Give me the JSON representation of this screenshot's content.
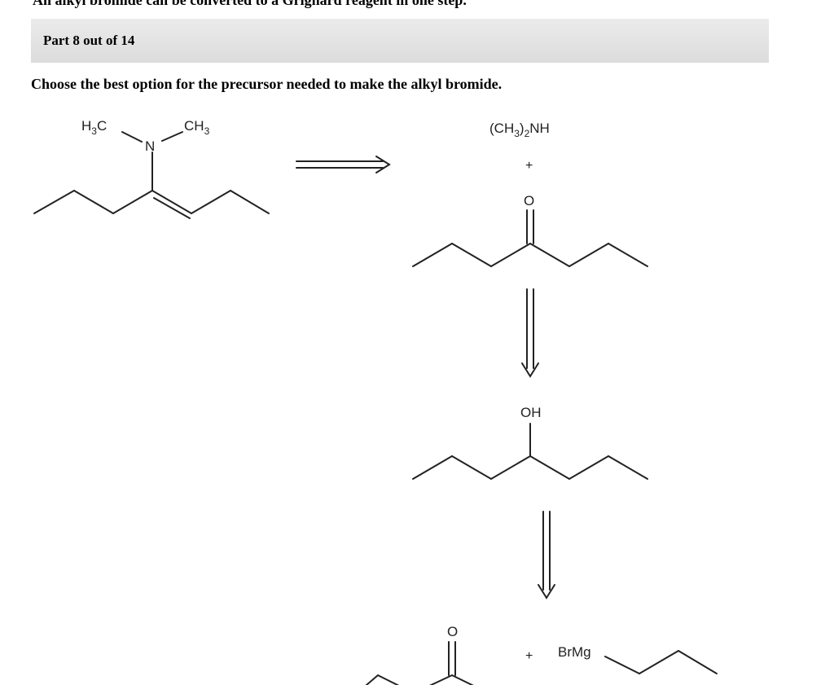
{
  "header": {
    "cut_text": "An alkyl bromide can be converted to a Grignard reagent in one step.",
    "part_label": "Part 8 out of 14"
  },
  "question": {
    "prompt": "Choose the best option for the precursor needed to make the alkyl bromide."
  },
  "scheme": {
    "enamine": {
      "left_methyl_main": "H",
      "left_methyl_sub": "3",
      "left_methyl_tail": "C",
      "nitrogen": "N",
      "right_methyl_main": "CH",
      "right_methyl_sub": "3"
    },
    "amine": {
      "open": "(CH",
      "sub3": "3",
      "close": ")",
      "sub2": "2",
      "tail": "NH"
    },
    "plus_1": "+",
    "ketone_oxygen": "O",
    "alcohol_oh": "OH",
    "aldehyde_oxygen": "O",
    "plus_2": "+",
    "grignard_label": "BrMg"
  }
}
